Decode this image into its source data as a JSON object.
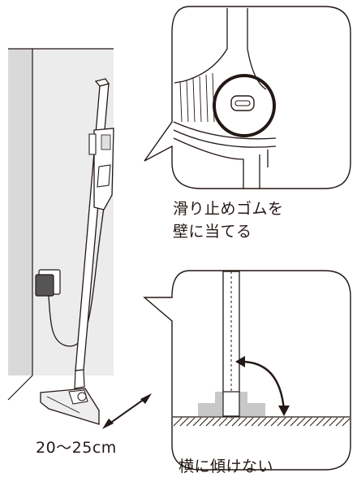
{
  "captions": {
    "detail1_line1": "滑り止めゴムを",
    "detail1_line2": "壁に当てる",
    "detail2": "横に傾けない",
    "distance": "20〜25cm"
  },
  "colors": {
    "line": "#231815",
    "wall": "#e6e6e6",
    "wall_dark": "#d9d9d9",
    "accent_gray": "#c8c8c8"
  }
}
